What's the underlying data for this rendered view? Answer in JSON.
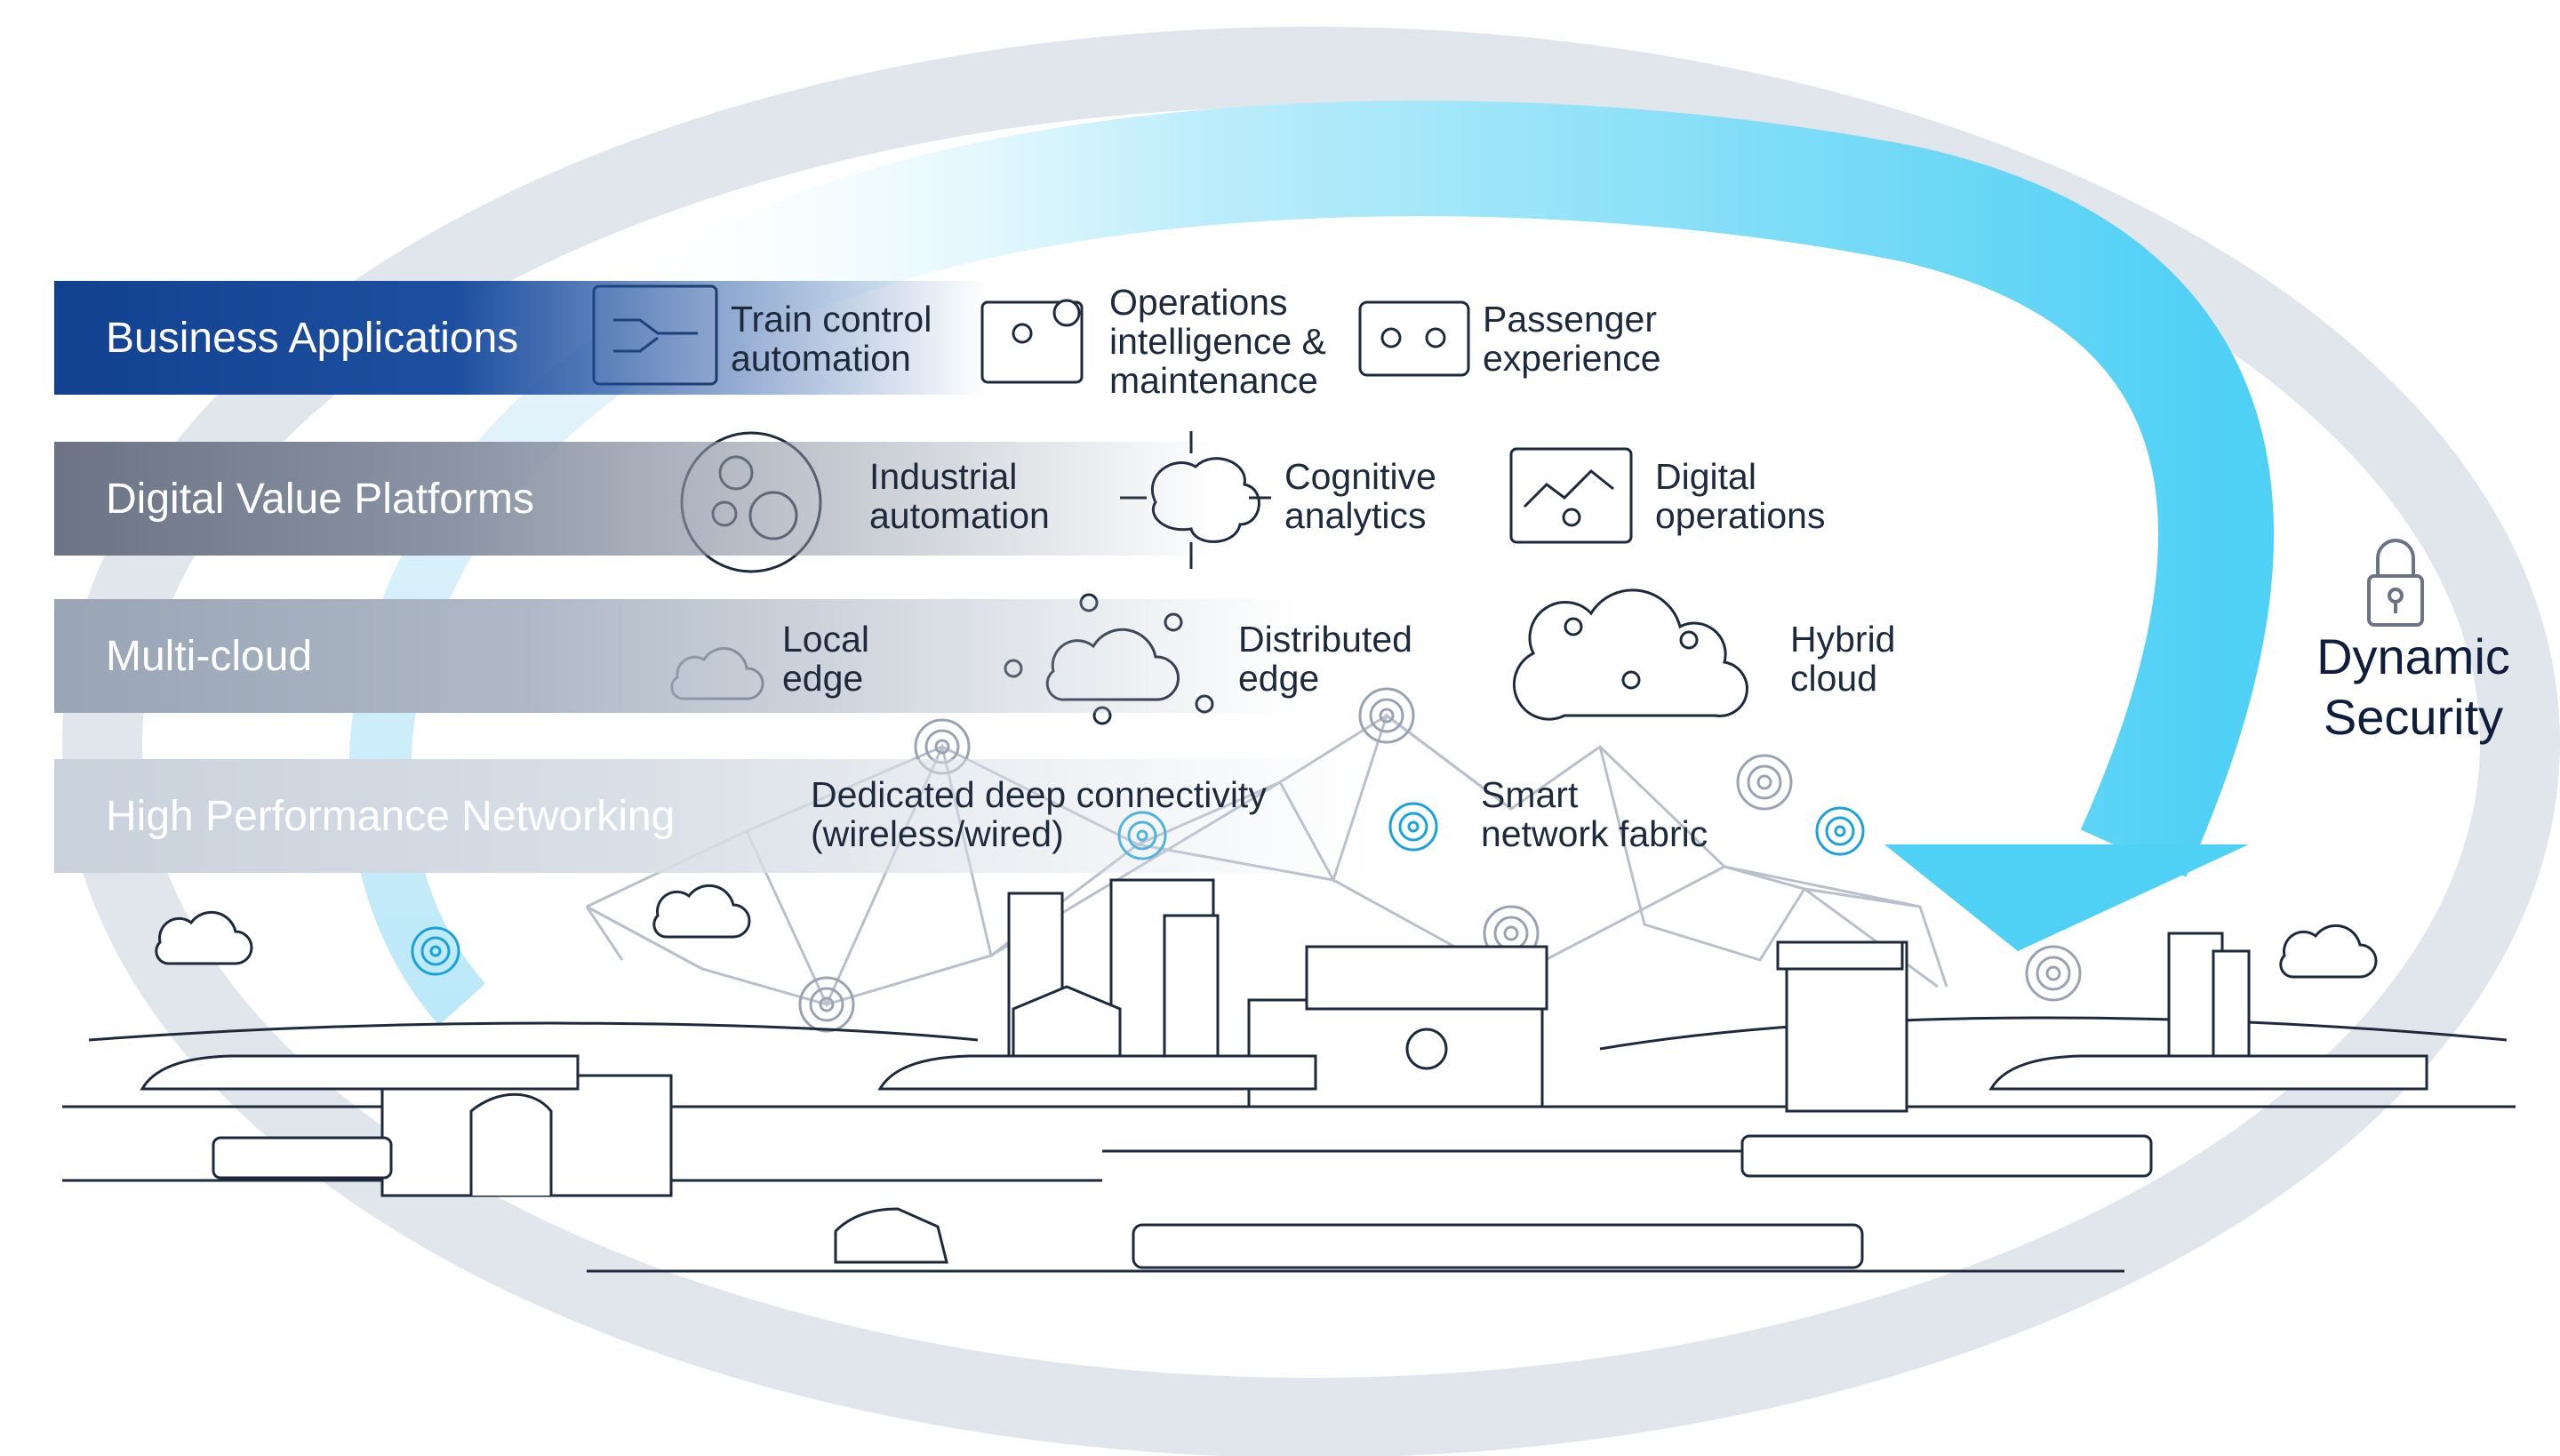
{
  "layers": [
    {
      "title": "Business Applications"
    },
    {
      "title": "Digital Value Platforms"
    },
    {
      "title": "Multi-cloud"
    },
    {
      "title": "High Performance Networking"
    }
  ],
  "business_apps": {
    "train_control": "Train control\nautomation",
    "operations": "Operations\nintelligence &\nmaintenance",
    "passenger": "Passenger\nexperience"
  },
  "platforms": {
    "industrial": "Industrial\nautomation",
    "cognitive": "Cognitive\nanalytics",
    "digital_ops": "Digital\noperations"
  },
  "cloud": {
    "local_edge": "Local\nedge",
    "distributed_edge": "Distributed\nedge",
    "hybrid": "Hybrid\ncloud"
  },
  "networking": {
    "dedicated": "Dedicated deep connectivity\n(wireless/wired)",
    "smart": "Smart\nnetwork fabric"
  },
  "security": {
    "label_line1": "Dynamic",
    "label_line2": "Security"
  },
  "colors": {
    "business_band": "#124191",
    "platforms_band": "#6b7384",
    "cloud_band": "#99a5b5",
    "network_band": "#c9d1dc",
    "arrow_blue": "#4fd0f5",
    "ellipse_grey": "#dfe3ea",
    "line_art": "#1e2a3c",
    "accent_blue": "#1aa3d8"
  }
}
